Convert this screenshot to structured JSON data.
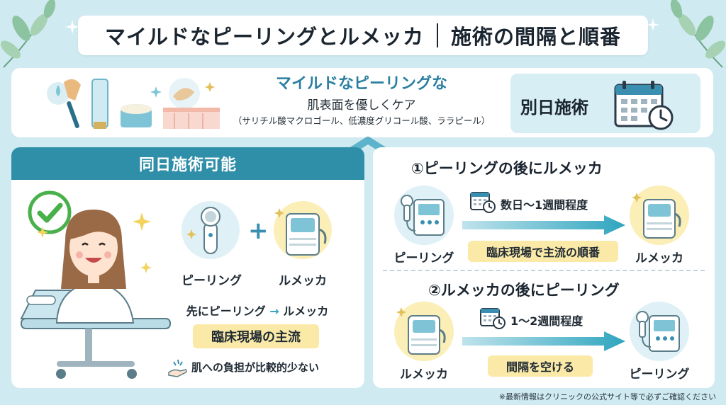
{
  "header": {
    "title_left": "マイルドなピーリングとルメッカ",
    "title_right": "施術の間隔と順番"
  },
  "intro": {
    "line1": "マイルドなピーリングな",
    "line2": "肌表面を優しくケア",
    "line3": "（サリチル酸マクロゴール、低濃度グリコール酸、ララピール）",
    "separate_label": "別日施術"
  },
  "same_day": {
    "heading": "同日施術可能",
    "peeling_label": "ピーリング",
    "plus": "+",
    "lumecca_label": "ルメッカ",
    "order_prefix": "先にピーリング",
    "order_arrow": "→",
    "order_suffix": "ルメッカ",
    "badge": "臨床現場の主流",
    "note": "肌への負担が比較的少ない"
  },
  "order1": {
    "title": "①ピーリングの後にルメッカ",
    "interval": "数日〜1週間程度",
    "from_label": "ピーリング",
    "to_label": "ルメッカ",
    "badge": "臨床現場で主流の順番"
  },
  "order2": {
    "title": "②ルメッカの後にピーリング",
    "interval": "1〜2週間程度",
    "from_label": "ルメッカ",
    "to_label": "ピーリング",
    "badge": "間隔を空ける"
  },
  "footnote": "※最新情報はクリニックの公式サイト等で必ずご確認ください",
  "colors": {
    "background": "#cfeaf1",
    "accent": "#2f8ea8",
    "title_blue": "#2a7fa0",
    "badge_yellow": "#fbe9a8",
    "arrow": "#2fa5bf",
    "check_green": "#49b04a"
  }
}
